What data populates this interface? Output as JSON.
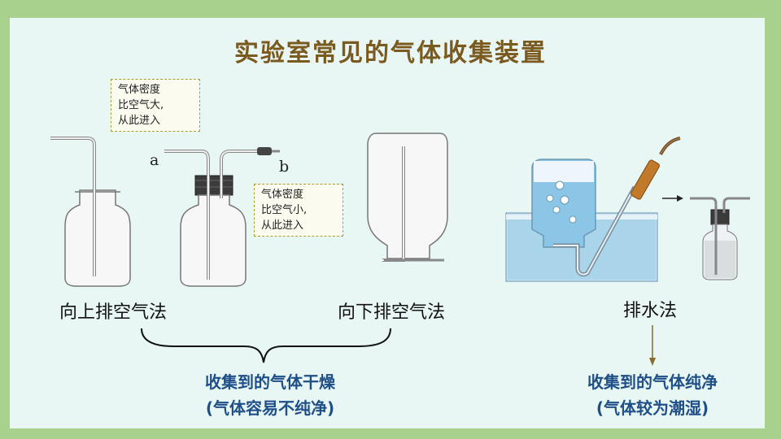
{
  "title": "实验室常见的气体收集装置",
  "notes": {
    "dense": "气体密度\n比空气大,\n从此进入",
    "light": "气体密度\n比空气小,\n从此进入"
  },
  "ports": {
    "a": "a",
    "b": "b"
  },
  "methods": {
    "upward": "向上排空气法",
    "downward": "向下排空气法",
    "water": "排水法"
  },
  "conclusions": {
    "air": {
      "line1": "收集到的气体干燥",
      "line2": "(气体容易不纯净)"
    },
    "water": {
      "line1": "收集到的气体纯净",
      "line2": "(气体较为潮湿)"
    }
  }
}
